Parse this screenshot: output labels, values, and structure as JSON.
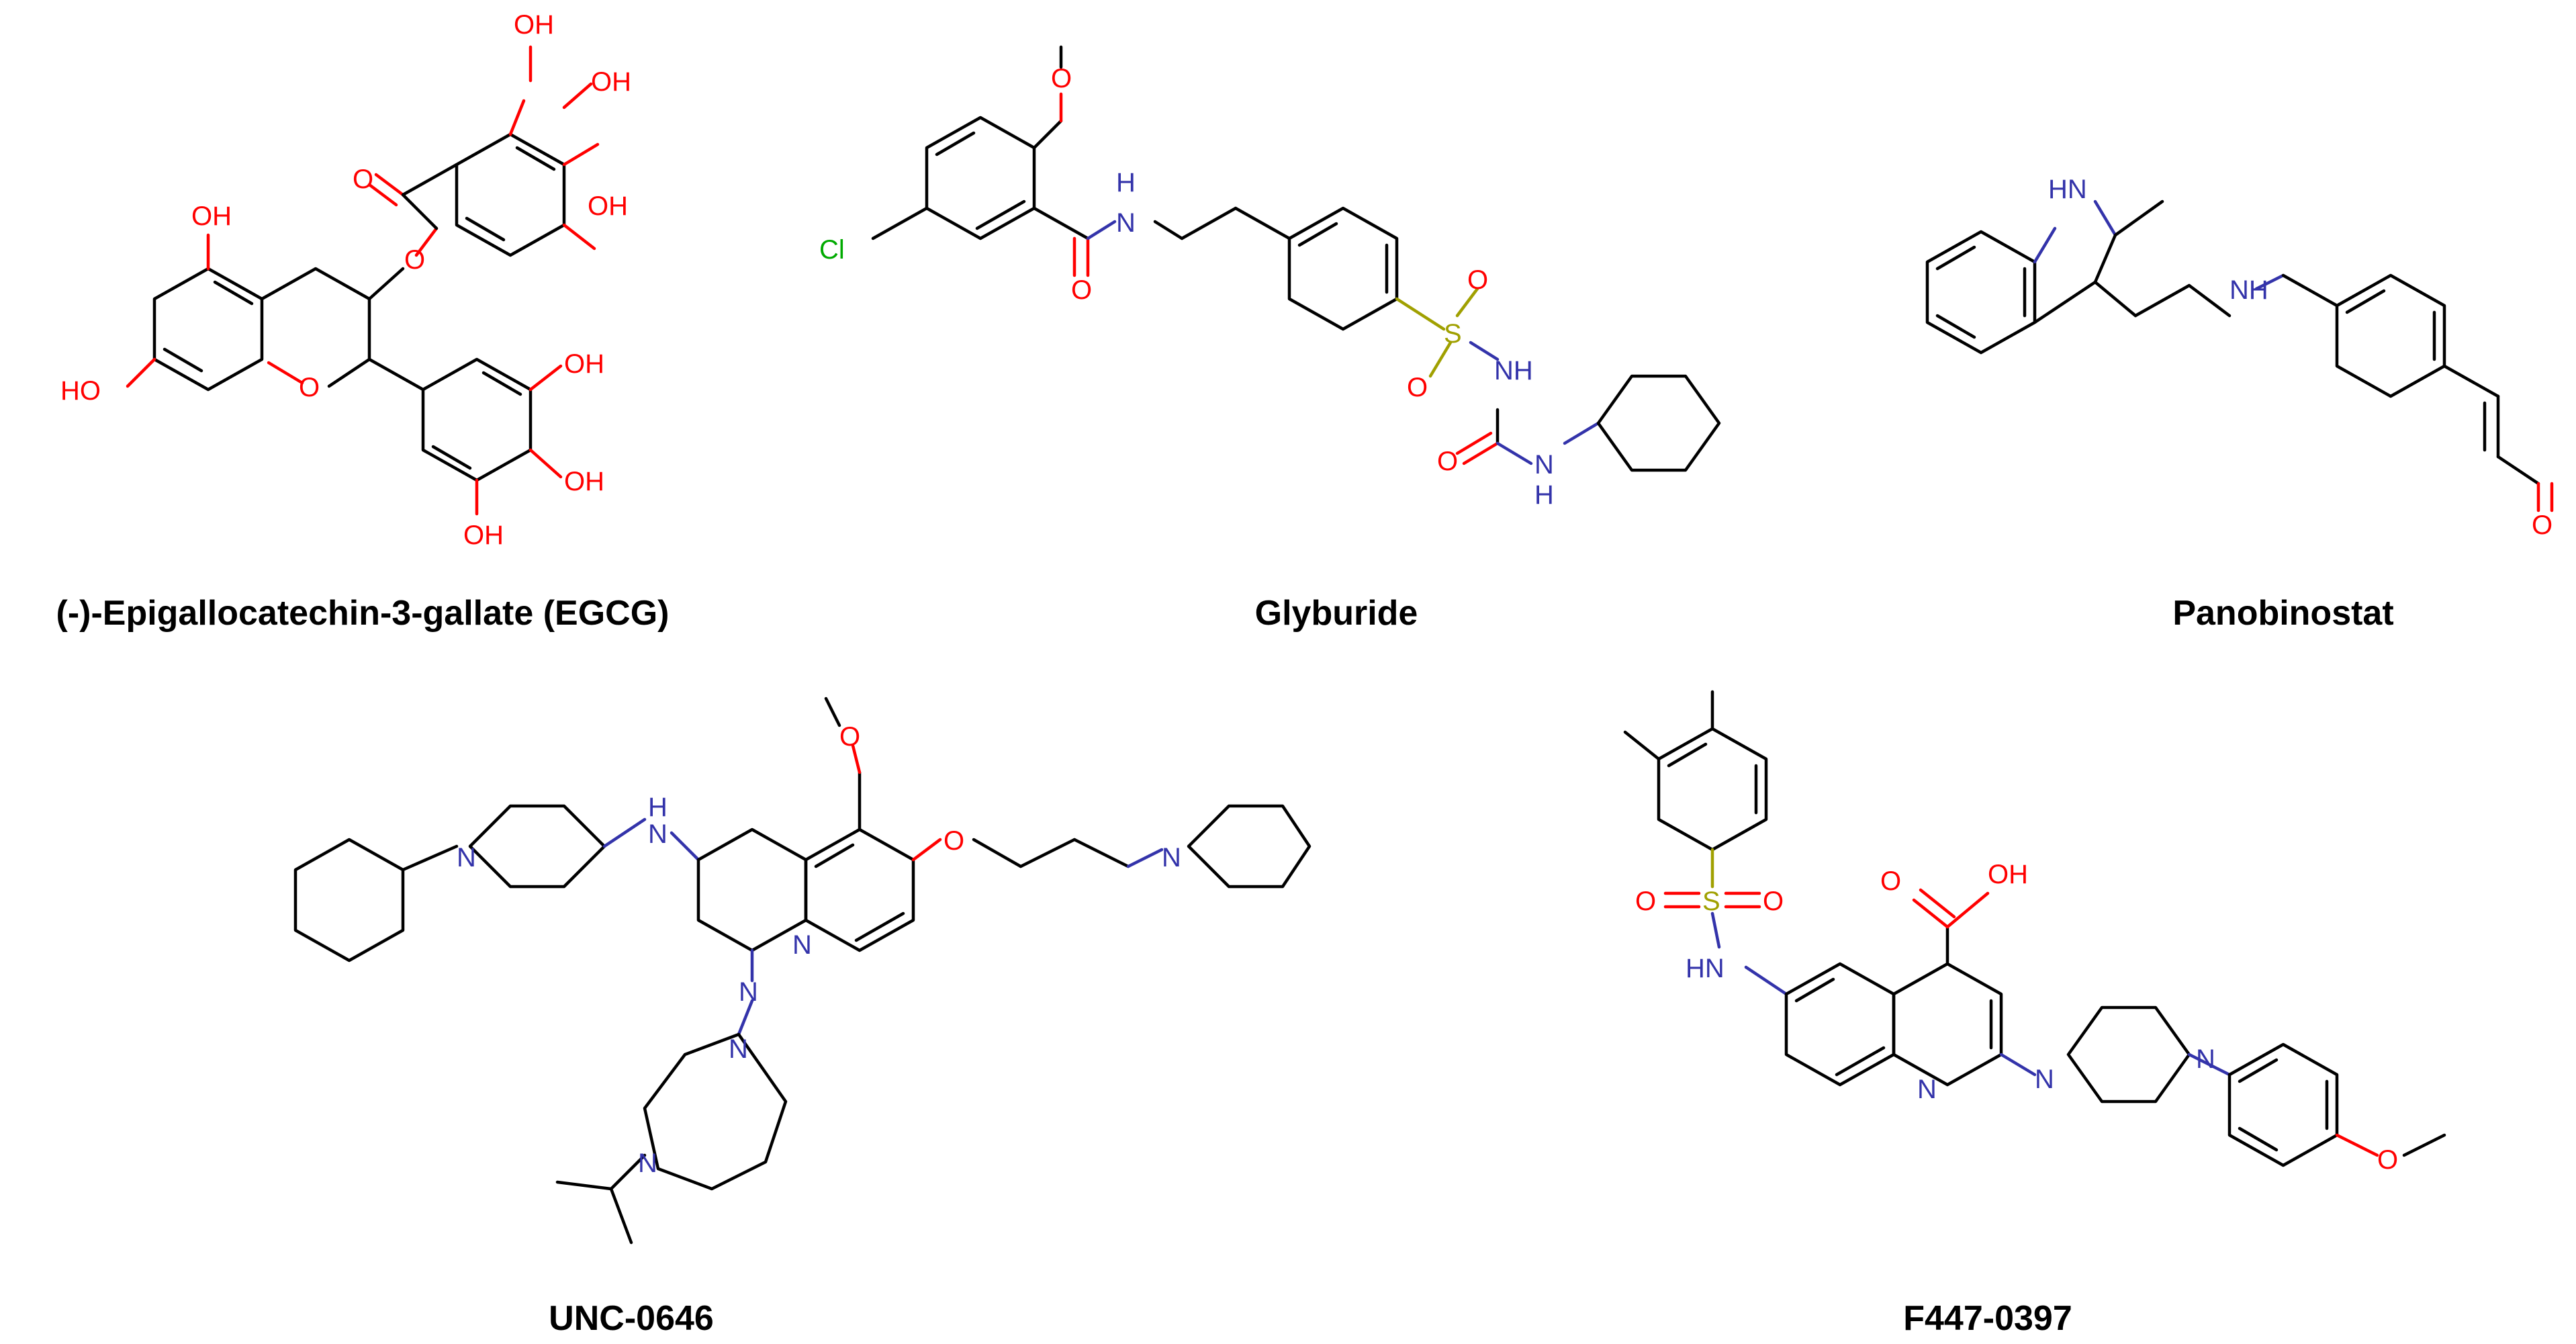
{
  "compounds": [
    {
      "name": "(-)-Epigallocatechin-3-gallate (EGCG)"
    },
    {
      "name": "Glyburide"
    },
    {
      "name": "Panobinostat"
    },
    {
      "name": "UNC-0646"
    },
    {
      "name": "F447-0397"
    }
  ],
  "atom_labels": {
    "oh": "OH",
    "ho": "HO",
    "o": "O",
    "n": "N",
    "nh": "NH",
    "hn": "HN",
    "h": "H",
    "s": "S",
    "cl": "Cl"
  },
  "colors": {
    "oxygen": "#ff0000",
    "nitrogen": "#3333aa",
    "sulfur": "#a0a000",
    "chlorine": "#00aa00",
    "bond": "#000000"
  }
}
